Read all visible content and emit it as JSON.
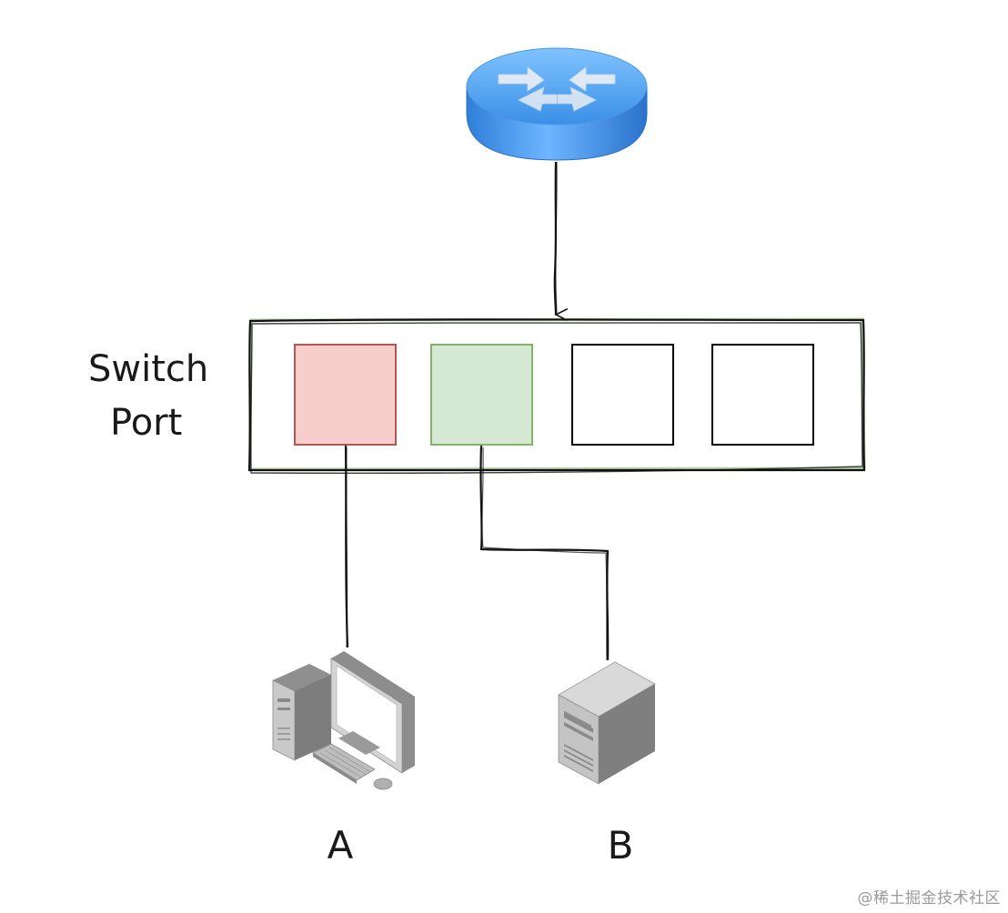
{
  "switch": {
    "label_line1": "Switch",
    "label_line2": "Port",
    "ports": [
      {
        "fill": "#f8cecc",
        "stroke": "#b85450"
      },
      {
        "fill": "#d5e8d4",
        "stroke": "#82b366"
      },
      {
        "fill": "#ffffff",
        "stroke": "#000000"
      },
      {
        "fill": "#ffffff",
        "stroke": "#000000"
      }
    ],
    "frame_accent": "#82b366"
  },
  "router": {
    "icon": "router-icon",
    "color": "#3d8ee0"
  },
  "hosts": [
    {
      "label": "A",
      "icon": "desktop-computer-icon"
    },
    {
      "label": "B",
      "icon": "server-tower-icon"
    }
  ],
  "watermark": "@稀土掘金技术社区"
}
